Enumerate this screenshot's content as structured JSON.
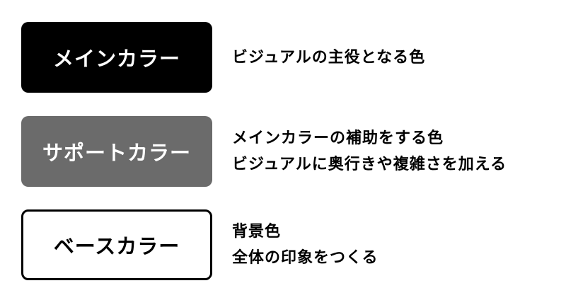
{
  "colors": {
    "background": "#ffffff",
    "main": "#000000",
    "support": "#6b6b6b",
    "base": "#ffffff",
    "text_light": "#ffffff",
    "text_dark": "#000000"
  },
  "rows": [
    {
      "swatch_label": "メインカラー",
      "description": [
        "ビジュアルの主役となる色"
      ]
    },
    {
      "swatch_label": "サポートカラー",
      "description": [
        "メインカラーの補助をする色",
        "ビジュアルに奥行きや複雑さを加える"
      ]
    },
    {
      "swatch_label": "ベースカラー",
      "description": [
        "背景色",
        "全体の印象をつくる"
      ]
    }
  ]
}
